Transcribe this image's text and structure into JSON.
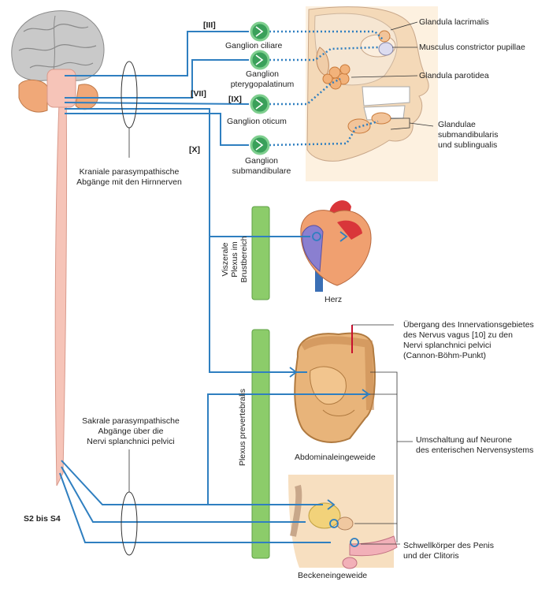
{
  "cranial_nerves": {
    "n3": "[III]",
    "n7": "[VII]",
    "n9": "[IX]",
    "n10": "[X]"
  },
  "ganglia": {
    "ciliare": "Ganglion ciliare",
    "ptery_1": "Ganglion",
    "ptery_2": "pterygopalatinum",
    "oticum": "Ganglion oticum",
    "submand_1": "Ganglion",
    "submand_2": "submandibulare"
  },
  "targets_head": {
    "lacrimalis": "Glandula lacrimalis",
    "pupillae": "Musculus constrictor pupillae",
    "parotidea": "Glandula parotidea",
    "submand_1": "Glandulae",
    "submand_2": "submandibularis",
    "submand_3": "und sublingualis"
  },
  "kranial": {
    "line1": "Kraniale parasympathische",
    "line2": "Abgänge mit den Hirnnerven"
  },
  "thorax": {
    "plexus_1": "Viszerale",
    "plexus_2": "Plexus im",
    "plexus_3": "Brustbereich",
    "organ": "Herz"
  },
  "abdomen": {
    "plexus": "Plexus prevertebralis",
    "organ": "Abdominaleingeweide",
    "cannon_1": "Übergang des Innervationsgebietes",
    "cannon_2": "des Nervus vagus [10] zu den",
    "cannon_3": "Nervi splanchnici pelvici",
    "cannon_4": "(Cannon-Böhm-Punkt)",
    "enteric_1": "Umschaltung auf Neurone",
    "enteric_2": "des enterischen Nervensystems"
  },
  "sacral": {
    "line1": "Sakrale parasympathische",
    "line2": "Abgänge über die",
    "line3": "Nervi splanchnici pelvici",
    "segments": "S2 bis S4"
  },
  "pelvis": {
    "target_1": "Schwellkörper des Penis",
    "target_2": "und der Clitoris",
    "organ": "Beckeneingeweide"
  },
  "colors": {
    "nerve": "#2f7fc0",
    "ganglion": "#3aa05a",
    "ganglion_ring": "#7fcf8f",
    "plexus": "#8ccc6a",
    "spinal_cord": "#f6c4b8",
    "brain": "#c9c9c9",
    "skin": "#f7dfc0"
  }
}
